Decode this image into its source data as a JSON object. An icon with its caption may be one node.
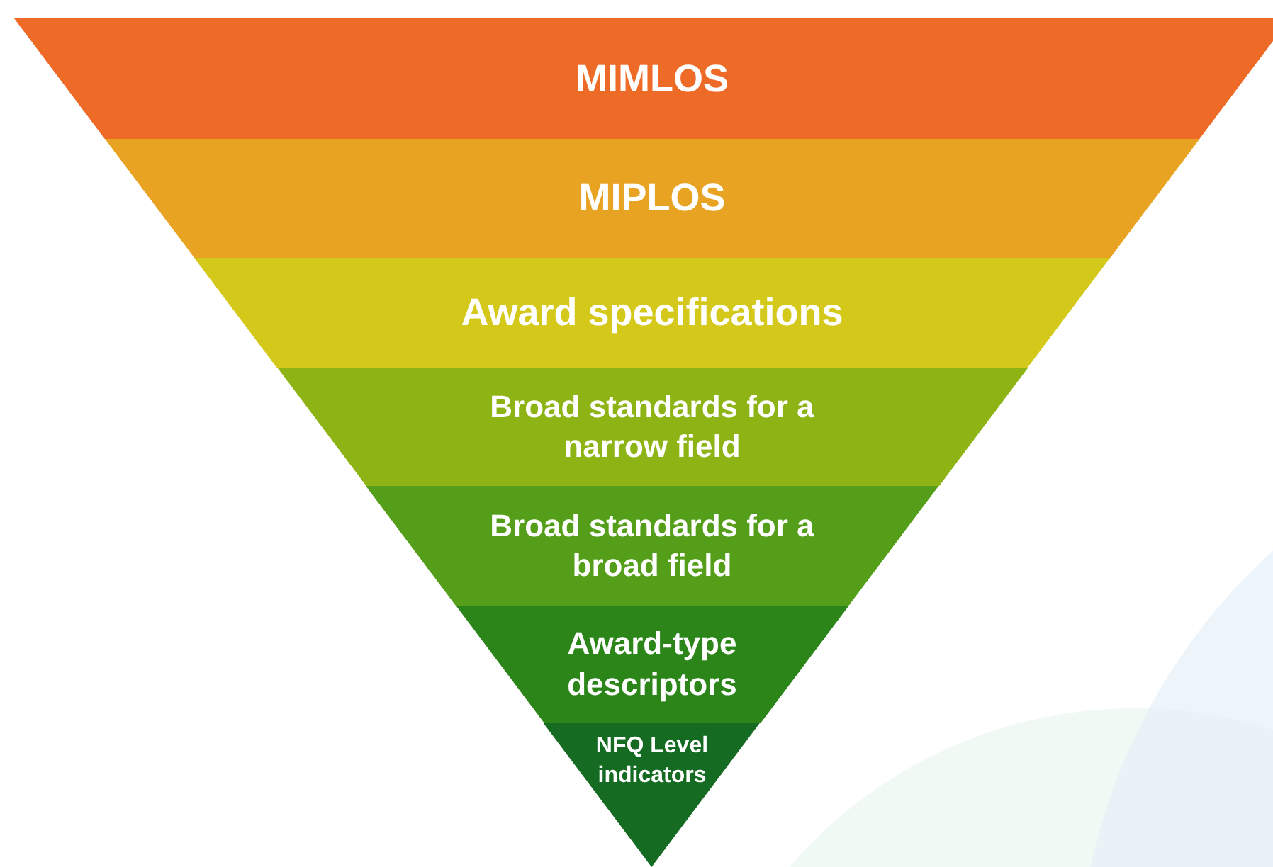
{
  "diagram": {
    "nodes": [
      {
        "text": [
          "MIMLOS"
        ]
      },
      {
        "text": [
          "MIPLOS"
        ]
      },
      {
        "text": [
          "Award specifications"
        ]
      },
      {
        "text": [
          "Broad standards for a narrow field"
        ]
      },
      {
        "text": [
          "Broad standards for a broad field"
        ]
      },
      {
        "text": [
          "Award-type descriptors"
        ]
      },
      {
        "text": [
          "NFQ Level indicators"
        ]
      }
    ]
  }
}
